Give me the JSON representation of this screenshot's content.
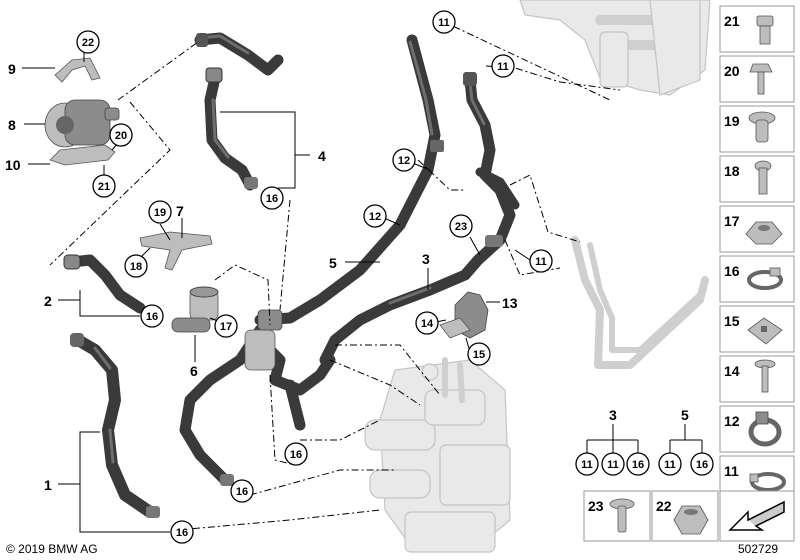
{
  "copyright": "© 2019 BMW AG",
  "diagram_number": "502729",
  "labels": {
    "l1": "1",
    "l2": "2",
    "l3": "3",
    "l4": "4",
    "l5": "5",
    "l6": "6",
    "l7": "7",
    "l8": "8",
    "l9": "9",
    "l10": "10",
    "l13": "13"
  },
  "callouts": {
    "c11": "11",
    "c12": "12",
    "c14": "14",
    "c15": "15",
    "c16": "16",
    "c17": "17",
    "c18": "18",
    "c19": "19",
    "c20": "20",
    "c21": "21",
    "c22": "22",
    "c23": "23"
  },
  "parts_sidebar": [
    "21",
    "20",
    "19",
    "18",
    "17",
    "16",
    "15",
    "14",
    "12",
    "11"
  ],
  "kits": [
    {
      "label": "3",
      "items": [
        "11",
        "11",
        "16"
      ]
    },
    {
      "label": "5",
      "items": [
        "11",
        "16"
      ]
    }
  ],
  "bottom_tiles": [
    "23",
    "22"
  ]
}
